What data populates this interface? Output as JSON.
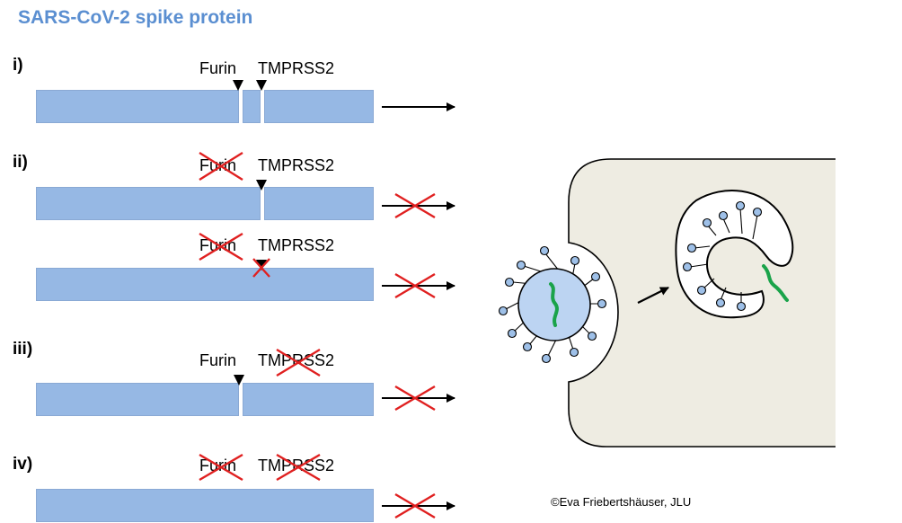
{
  "title": "SARS-CoV-2 spike protein",
  "rows": [
    {
      "roman": "i)",
      "furin": "Furin",
      "tmprss2": "TMPRSS2"
    },
    {
      "roman": "ii)",
      "furin": "Furin",
      "tmprss2": "TMPRSS2"
    },
    {
      "roman": "",
      "furin": "Furin",
      "tmprss2": "TMPRSS2"
    },
    {
      "roman": "iii)",
      "furin": "Furin",
      "tmprss2": "TMPRSS2"
    },
    {
      "roman": "iv)",
      "furin": "Furin",
      "tmprss2": "TMPRSS2"
    }
  ],
  "credit": "©Eva Friebertshäuser, JLU",
  "colors": {
    "bar": "#96b8e4",
    "title": "#5b8fd1",
    "cross": "#e02020",
    "rna": "#1aa34a",
    "cell": "#eeece2"
  }
}
